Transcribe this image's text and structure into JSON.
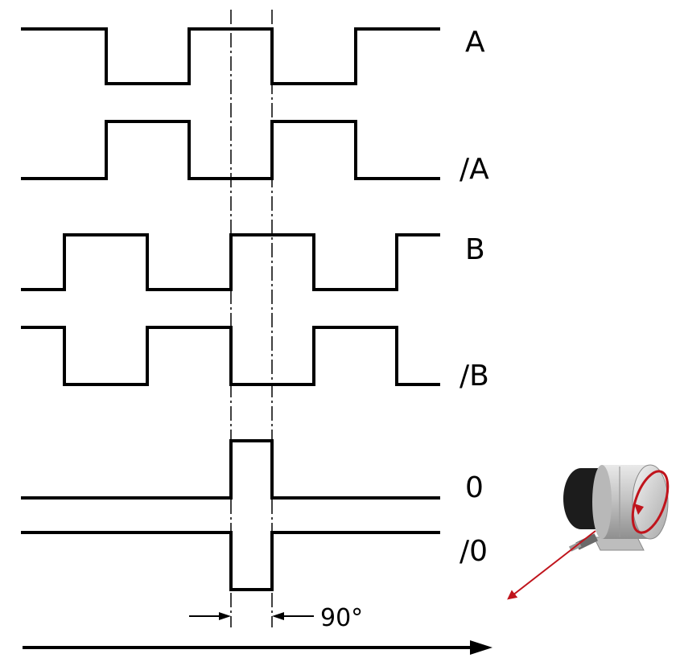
{
  "signals": [
    {
      "id": "A",
      "label": "A"
    },
    {
      "id": "A_inv",
      "label": "/A"
    },
    {
      "id": "B",
      "label": "B"
    },
    {
      "id": "B_inv",
      "label": "/B"
    },
    {
      "id": "Z",
      "label": "0"
    },
    {
      "id": "Z_inv",
      "label": "/0"
    }
  ],
  "phase_label": "90°",
  "colors": {
    "line": "#000000",
    "arrow_red": "#c0141c",
    "encoder_body": "#c8c8c8",
    "encoder_cap": "#1c1c1c"
  },
  "icons": {
    "encoder": "rotary-encoder-photo"
  }
}
